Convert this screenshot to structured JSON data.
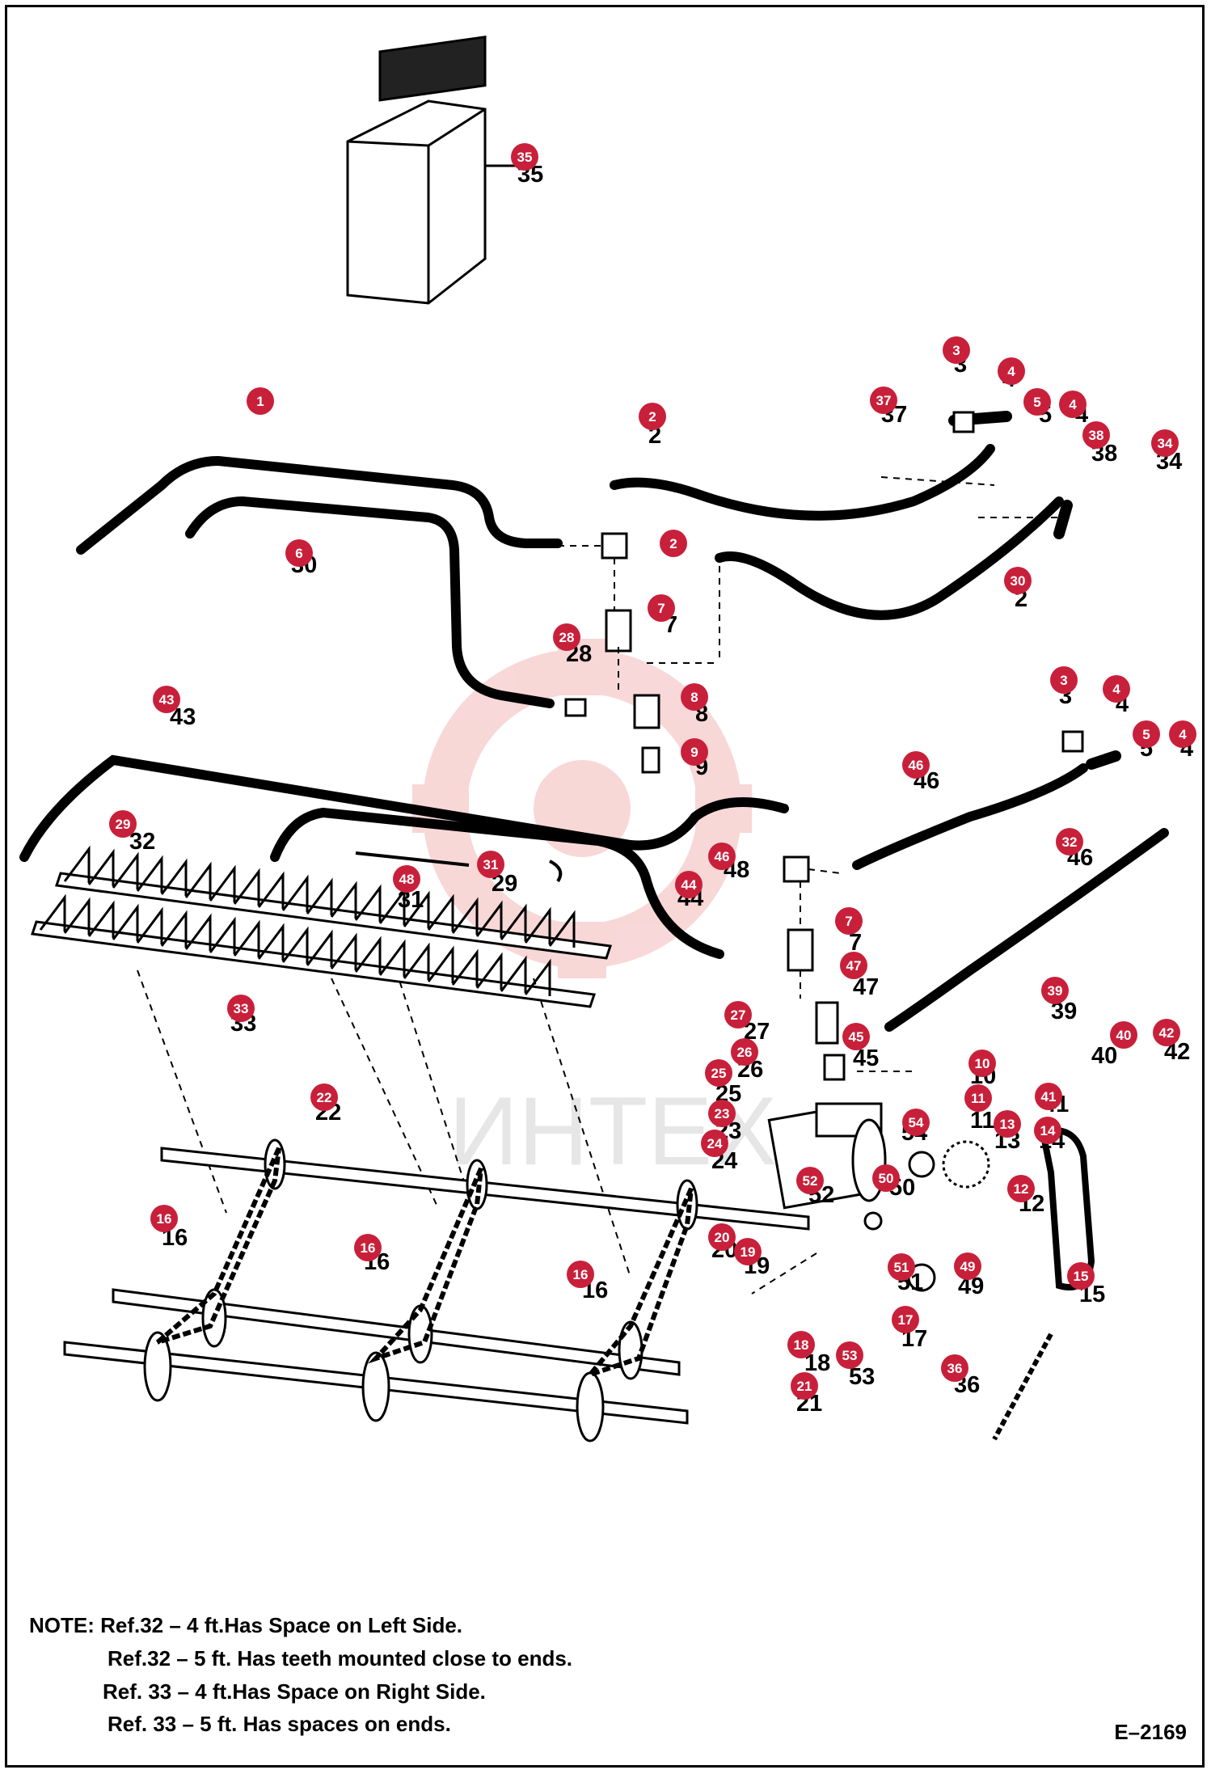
{
  "notes": {
    "line1": "NOTE: Ref.32 – 4 ft.Has Space on Left Side.",
    "line2": "Ref.32 – 5 ft. Has teeth mounted close to ends.",
    "line3": "Ref. 33 – 4 ft.Has Space on Right Side.",
    "line4": "Ref. 33 – 5 ft. Has spaces on ends."
  },
  "drawing_code": "E–2169",
  "watermark": "ИНТЕХ",
  "callouts": [
    "35",
    "3",
    "4",
    "37",
    "5",
    "4",
    "38",
    "34",
    "1",
    "2",
    "6",
    "2",
    "30",
    "7",
    "28",
    "8",
    "3",
    "4",
    "5",
    "4",
    "9",
    "43",
    "46",
    "32",
    "29",
    "31",
    "48",
    "46",
    "44",
    "7",
    "47",
    "33",
    "39",
    "27",
    "45",
    "40",
    "42",
    "26",
    "10",
    "25",
    "11",
    "41",
    "22",
    "23",
    "54",
    "13",
    "14",
    "24",
    "50",
    "52",
    "12",
    "15",
    "16",
    "20",
    "19",
    "16",
    "51",
    "49",
    "16",
    "17",
    "18",
    "53",
    "36",
    "21"
  ],
  "colors": {
    "callout": "#c8203a",
    "line": "#000000",
    "watermark": "#f3b8b8"
  }
}
